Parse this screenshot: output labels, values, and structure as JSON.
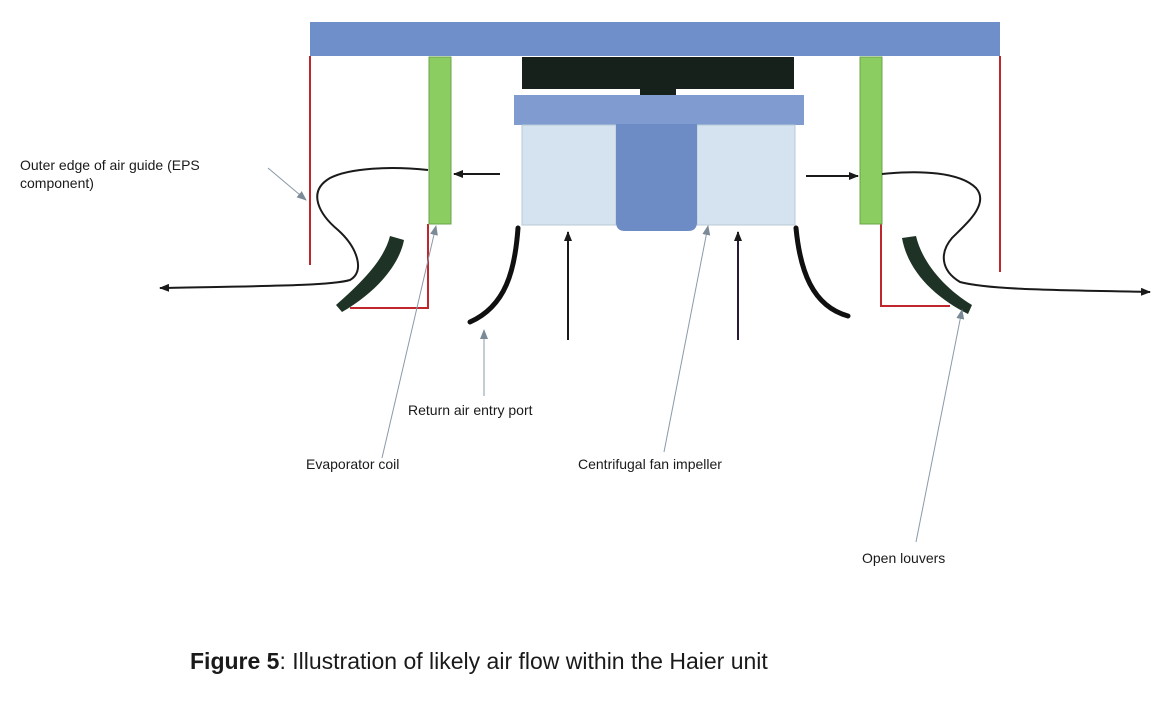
{
  "labels": {
    "outer_edge_line1": "Outer edge of air guide (EPS",
    "outer_edge_line2": "component)",
    "return_air": "Return air entry port",
    "evaporator": "Evaporator coil",
    "impeller": "Centrifugal fan impeller",
    "louvers": "Open louvers"
  },
  "caption": {
    "figure": "Figure 5",
    "text": ": Illustration of likely air flow within the Haier unit"
  },
  "colors": {
    "top_panel": "#6f8fcb",
    "motor_block": "#17211c",
    "fan_housing": "#7f9bd0",
    "fan_blade_area": "#d4e3ef",
    "hub": "#6d8cc6",
    "coil": "#8ccd62",
    "air_guide_outline": "#c0272d",
    "louver": "#1e3325",
    "airflow_line": "#1a1a1a",
    "leader_line": "#8a9aa8"
  }
}
